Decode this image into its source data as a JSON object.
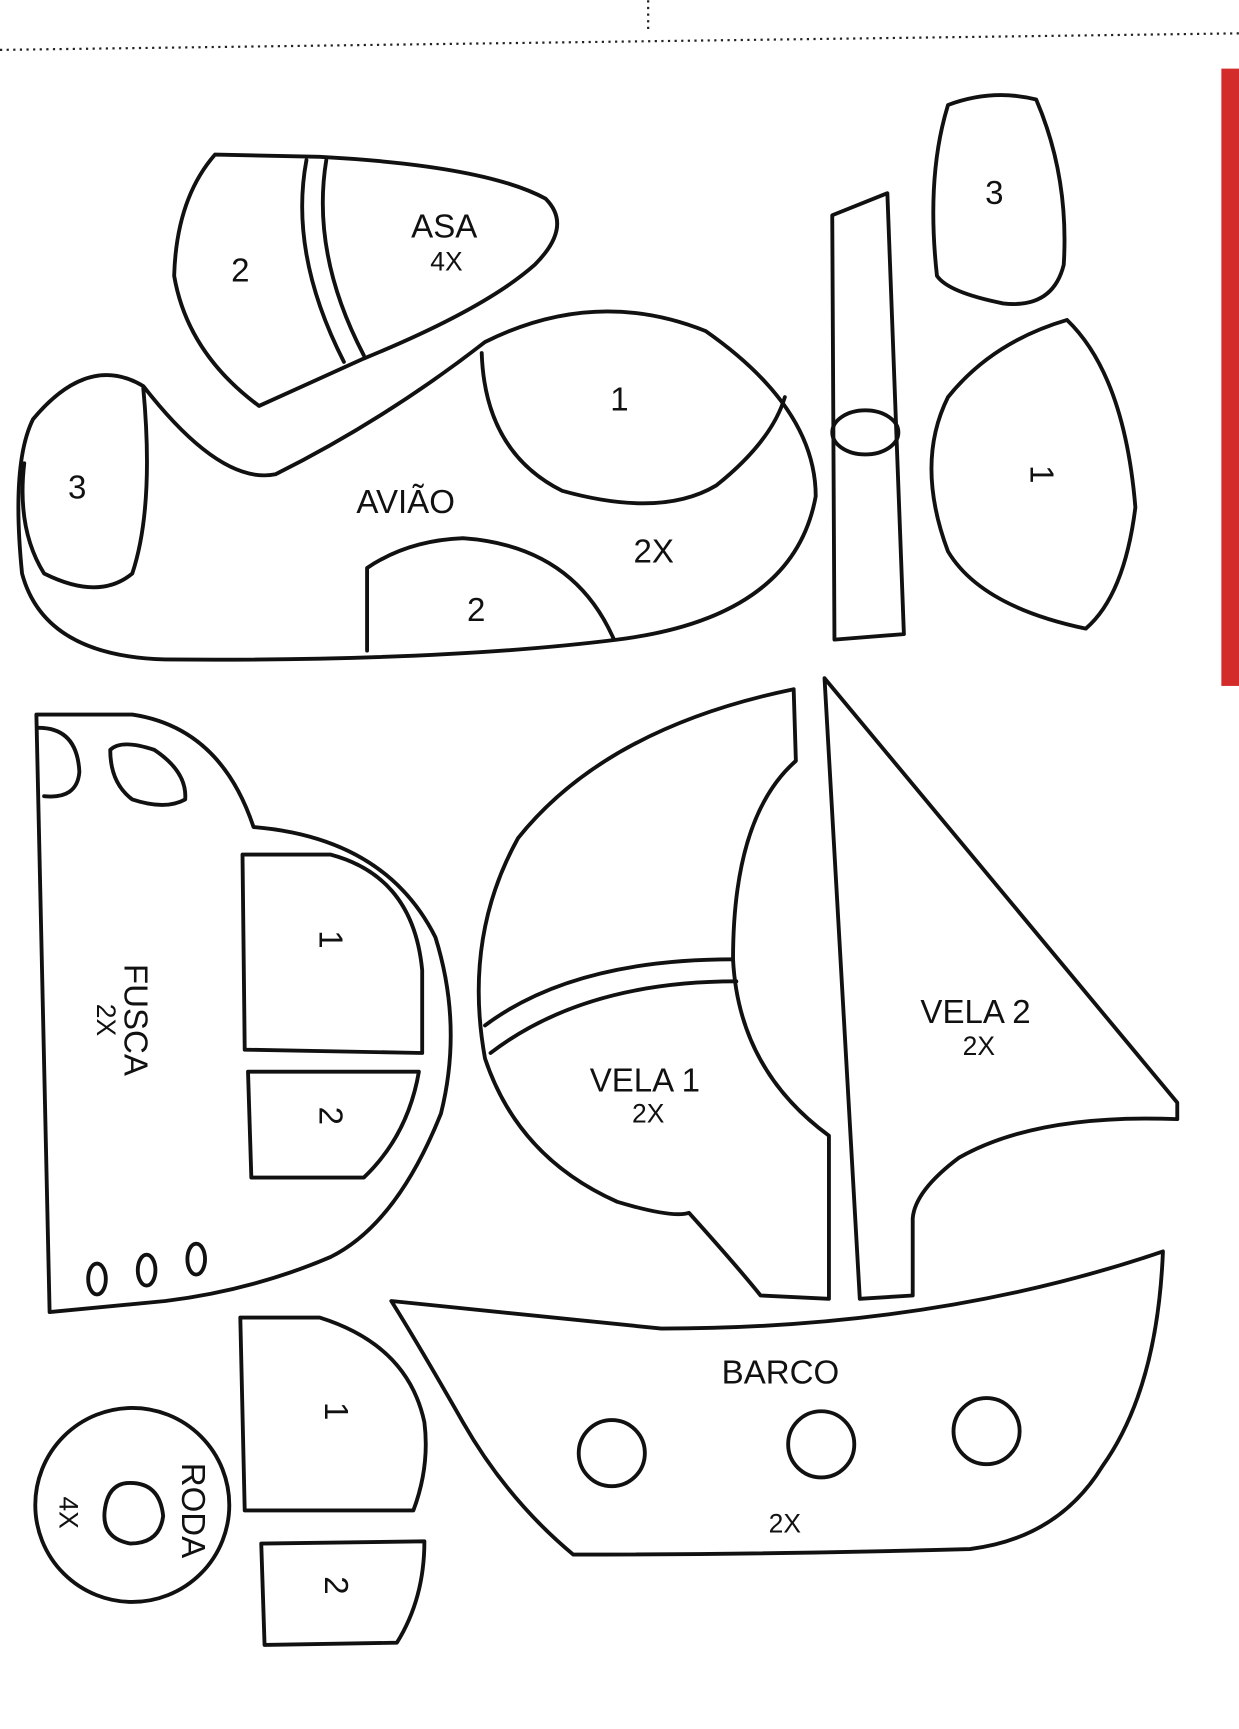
{
  "colors": {
    "ink": "#111111",
    "border_red": "#d32a2a",
    "paper": "#ffffff"
  },
  "aviao": {
    "title": "AVIÃO",
    "count": "2X",
    "part1": "1",
    "part2": "2",
    "part3": "3"
  },
  "asa": {
    "title": "ASA",
    "count": "4X",
    "part2": "2"
  },
  "aviao_pieces": {
    "piece3": "3",
    "piece1": "1"
  },
  "fusca": {
    "title": "FUSCA",
    "count": "2X",
    "part1": "1",
    "part2": "2"
  },
  "fusca_pieces": {
    "piece1": "1",
    "piece2": "2"
  },
  "roda": {
    "title": "RODA",
    "count": "4X"
  },
  "vela1": {
    "title": "VELA 1",
    "count": "2X"
  },
  "vela2": {
    "title": "VELA 2",
    "count": "2X"
  },
  "barco": {
    "title": "BARCO",
    "count": "2X"
  }
}
